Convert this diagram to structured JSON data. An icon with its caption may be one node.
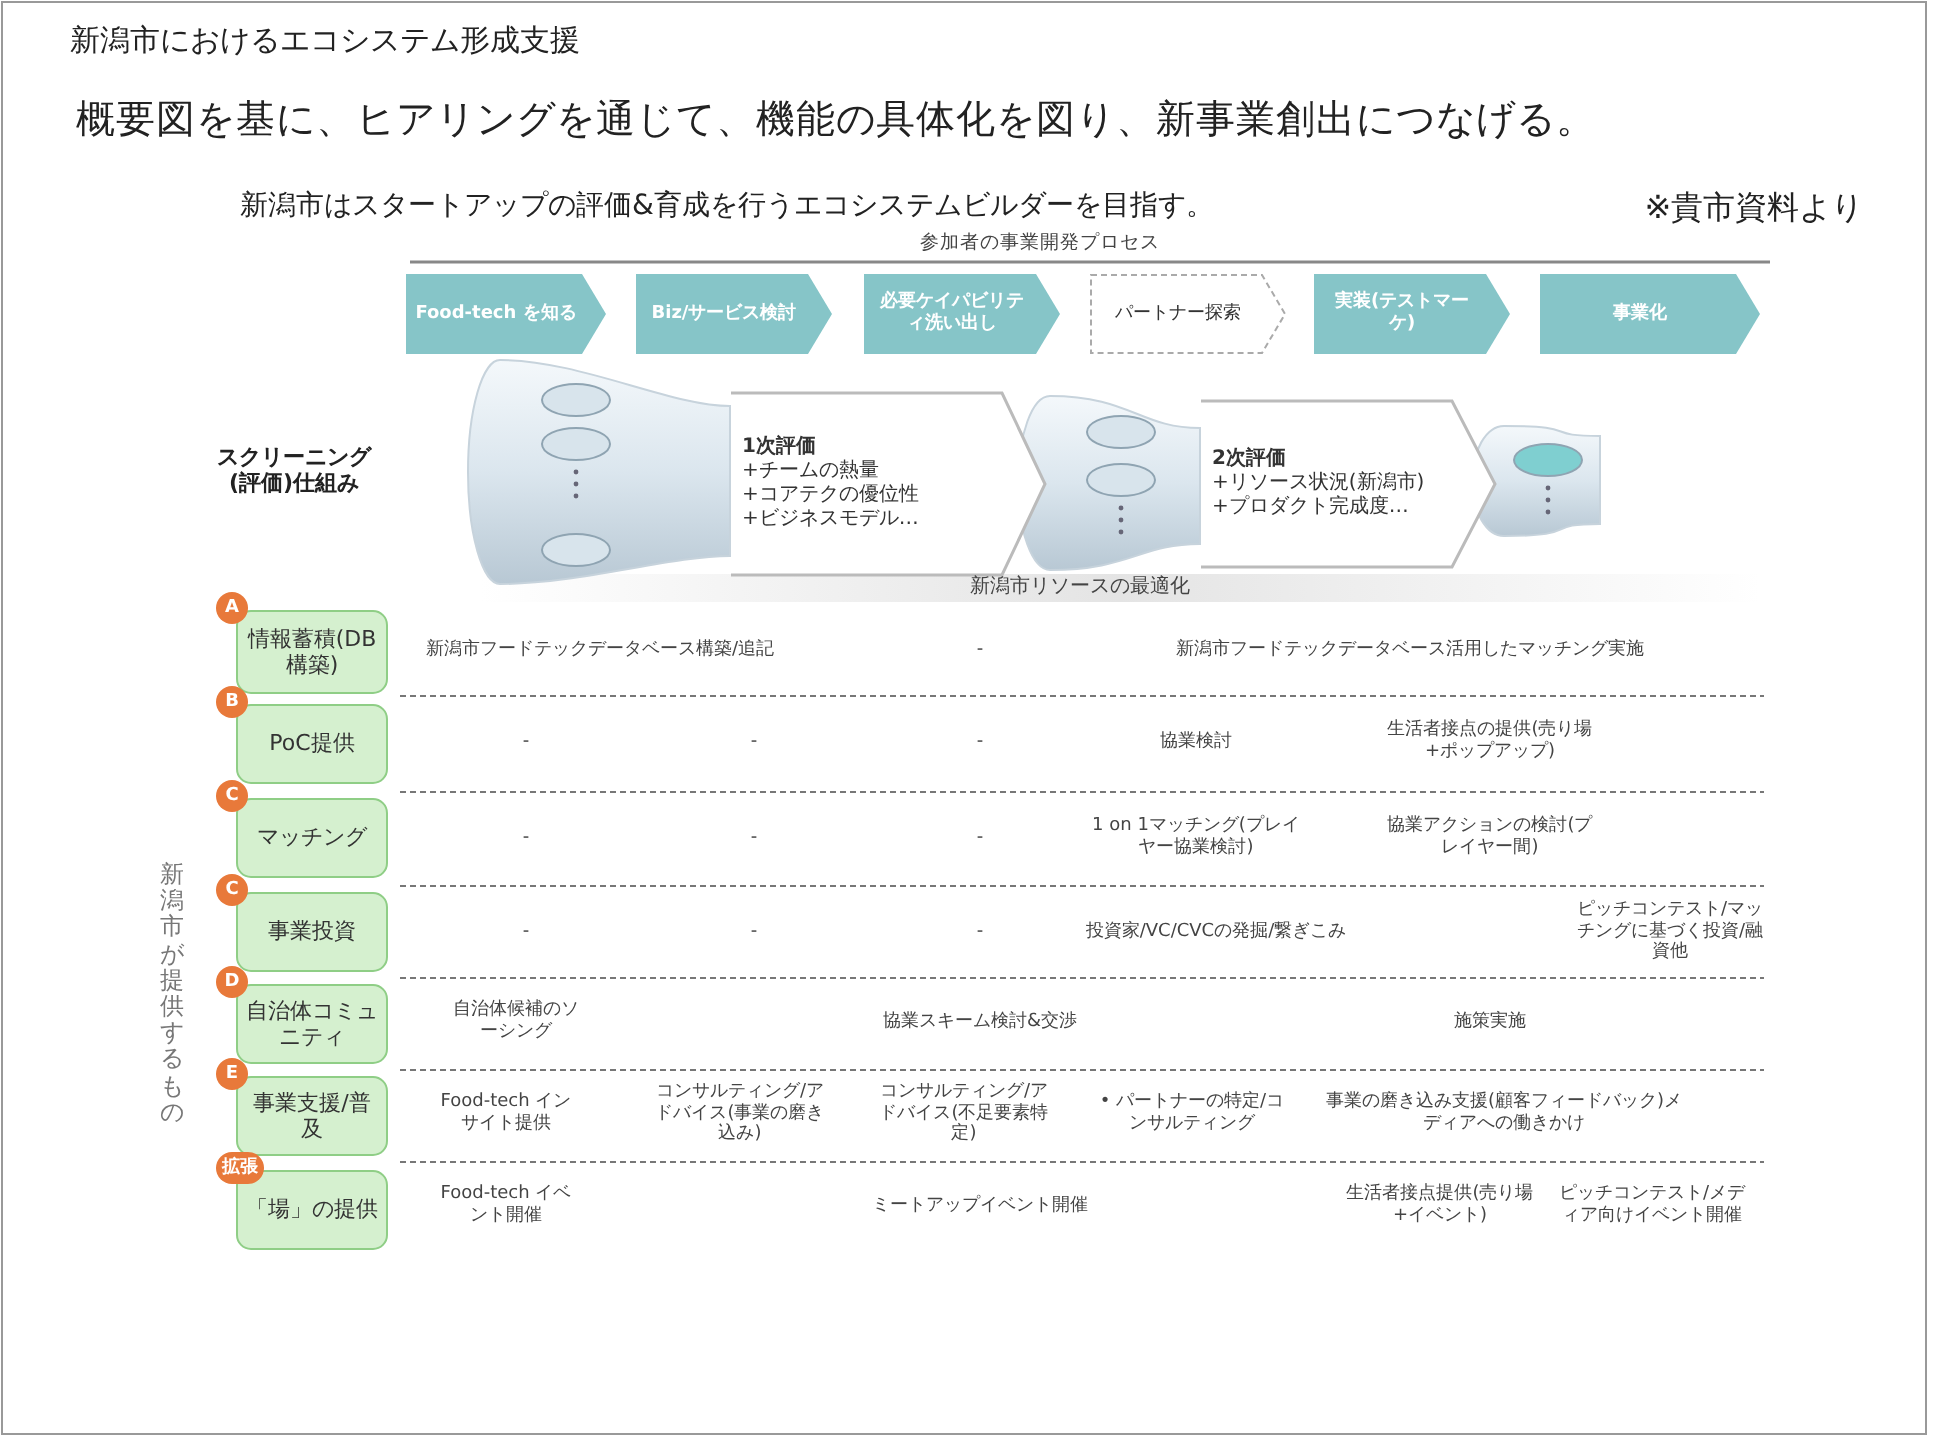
{
  "diagram": {
    "title": "新潟市におけるエコシステム形成支援",
    "nodes": [
      {
        "text": [
          "Food-tech を知る"
        ]
      },
      {
        "text": [
          "Biz/サービス検討"
        ]
      },
      {
        "text": [
          "必要ケイパビリティ洗い出し"
        ]
      },
      {
        "text": [
          "パートナー探索"
        ]
      },
      {
        "text": [
          "実装(テストマーケ)"
        ]
      },
      {
        "text": [
          "事業化"
        ]
      },
      {
        "text": [
          "1次評価",
          "+チームの熱量",
          "+コアテクの優位性",
          "+ビジネスモデル…"
        ]
      },
      {
        "text": [
          "2次評価",
          "+リソース状況(新潟市)",
          "+プロダクト完成度…"
        ]
      },
      {
        "text": [
          "情報蓄積(DB構築)"
        ],
        "beside": [
          "A"
        ]
      },
      {
        "text": [
          "PoC提供"
        ],
        "beside": [
          "B"
        ]
      },
      {
        "text": [
          "マッチング"
        ],
        "beside": [
          "C"
        ]
      },
      {
        "text": [
          "事業投資"
        ],
        "beside": [
          "C"
        ]
      },
      {
        "text": [
          "自治体コミュニティ"
        ],
        "beside": [
          "D"
        ]
      },
      {
        "text": [
          "事業支援/普及"
        ],
        "beside": [
          "E"
        ]
      },
      {
        "text": [
          "「場」の提供"
        ],
        "beside": [
          "拡張"
        ]
      }
    ],
    "labels": [
      "概要図を基に、ヒアリングを通じて、機能の具体化を図り、新事業創出につなげる。",
      "新潟市はスタートアップの評価&育成を行うエコシステムビルダーを目指す。",
      "※貴市資料より",
      "参加者の事業開発プロセス",
      "スクリーニング(評価)仕組み",
      "新潟市リソースの最適化",
      "新潟市が提供するもの",
      "新潟市フードテックデータベース構築/追記",
      "-",
      "新潟市フードテックデータベース活用したマッチング実施",
      "-",
      "-",
      "-",
      "協業検討",
      "生活者接点の提供(売り場+ポップアップ)",
      "-",
      "-",
      "-",
      "1 on 1マッチング(プレイヤー協業検討)",
      "協業アクションの検討(プレイヤー間)",
      "-",
      "-",
      "-",
      "投資家/VC/CVCの発掘/繋ぎこみ",
      "ピッチコンテスト/マッチングに基づく投資/融資他",
      "自治体候補のソーシング",
      "協業スキーム検討&交渉",
      "施策実施",
      "Food-tech インサイト提供",
      "コンサルティング/アドバイス(事業の磨き込み)",
      "コンサルティング/アドバイス(不足要素特定)",
      "• パートナーの特定/コンサルティング",
      "事業の磨き込み支援(顧客フィードバック)メディアへの働きかけ",
      "Food-tech イベント開催",
      "ミートアップイベント開催",
      "生活者接点提供(売り場+イベント)",
      "ピッチコンテスト/メディア向けイベント開催"
    ]
  }
}
